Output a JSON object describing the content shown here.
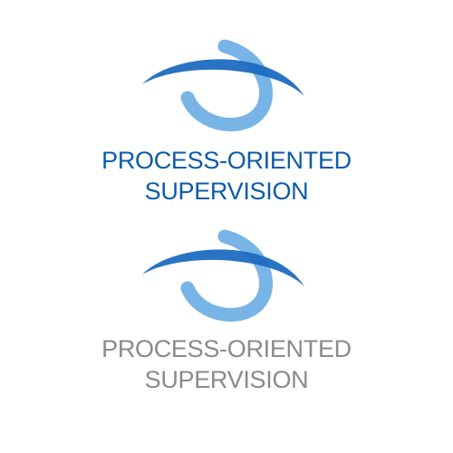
{
  "logos": [
    {
      "line1": "PROCESS-ORIENTED",
      "line2": "SUPERVISION",
      "text_color": "#0c5ca8",
      "brow_color": "#1c6cc0",
      "iris_color": "#78b4e6"
    },
    {
      "line1": "PROCESS-ORIENTED",
      "line2": "SUPERVISION",
      "text_color": "#8a8a8a",
      "brow_color": "#1c6cc0",
      "iris_color": "#78b4e6"
    }
  ]
}
